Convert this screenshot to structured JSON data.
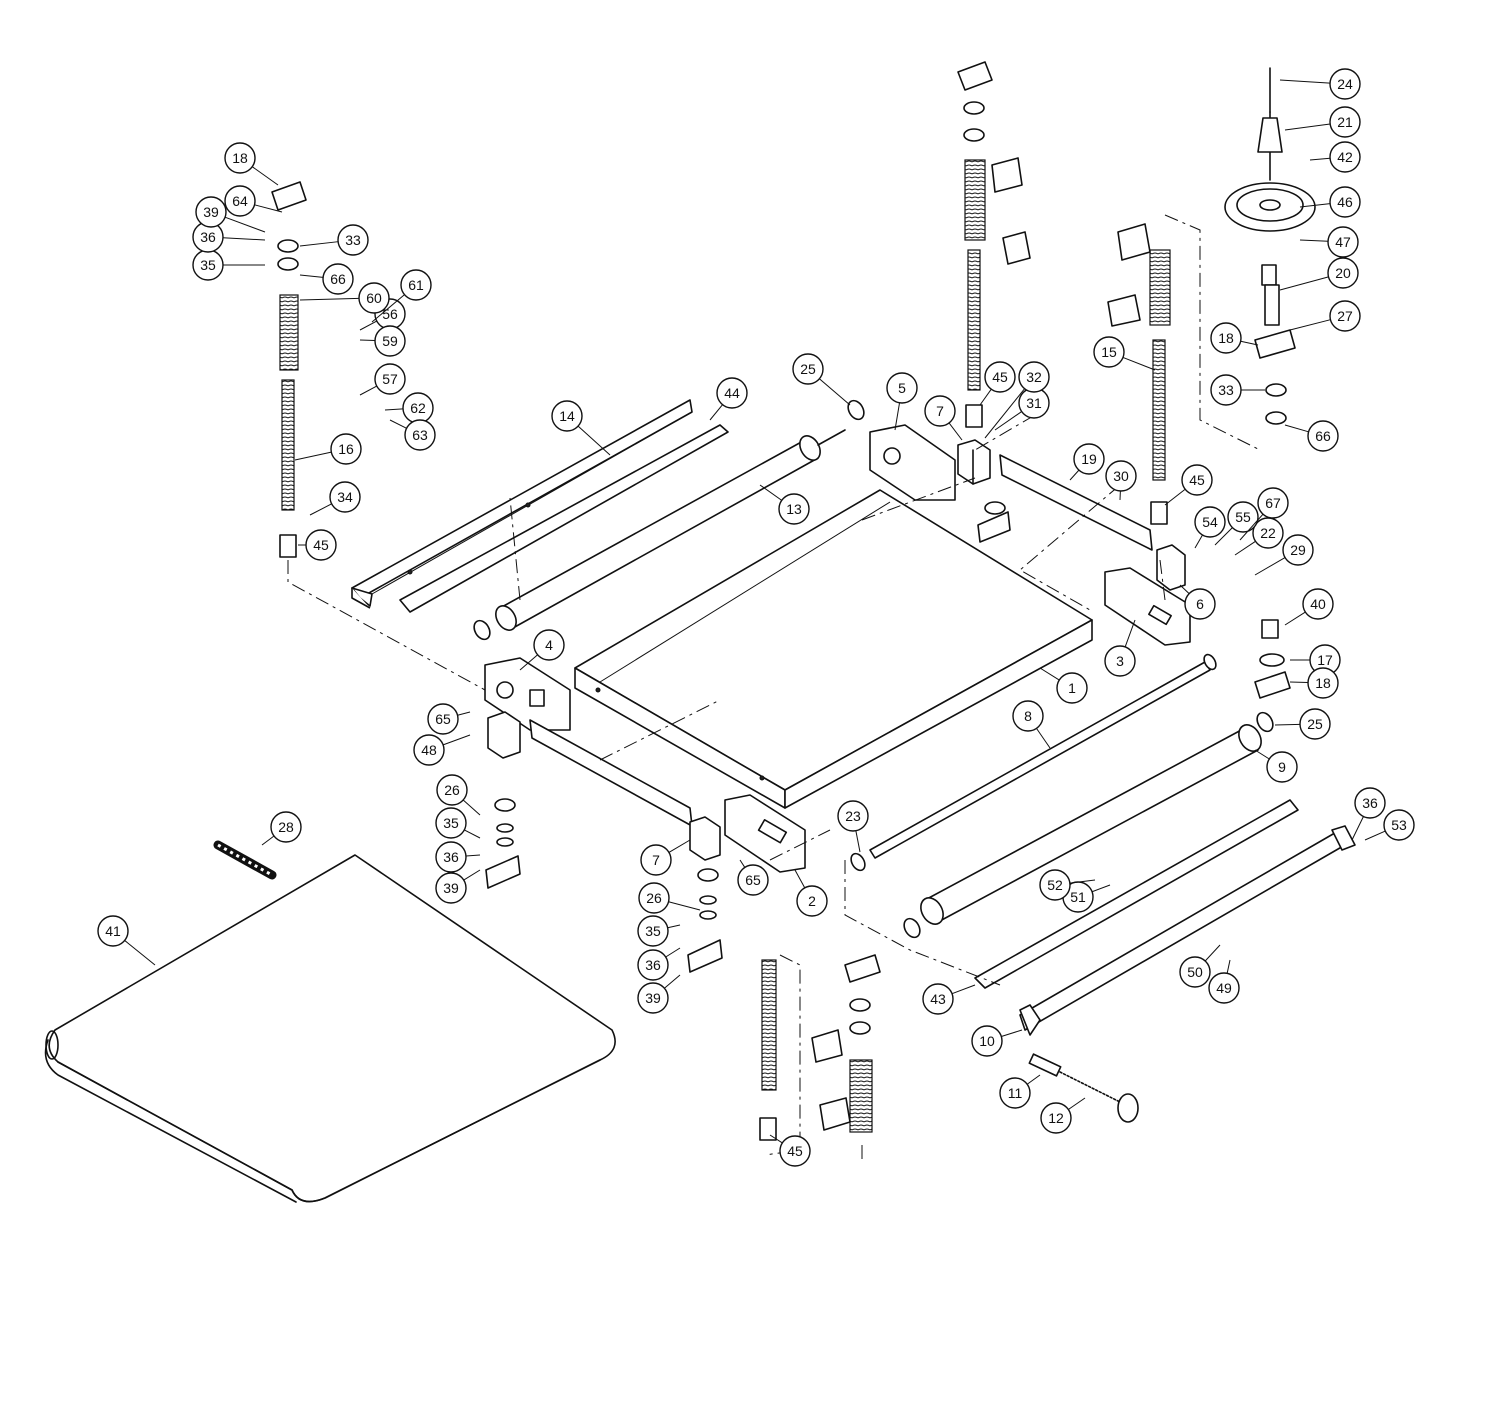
{
  "callouts": [
    {
      "label": "1"
    },
    {
      "label": "2"
    },
    {
      "label": "3"
    },
    {
      "label": "4"
    },
    {
      "label": "5"
    },
    {
      "label": "6"
    },
    {
      "label": "7"
    },
    {
      "label": "7"
    },
    {
      "label": "8"
    },
    {
      "label": "9"
    },
    {
      "label": "10"
    },
    {
      "label": "11"
    },
    {
      "label": "12"
    },
    {
      "label": "13"
    },
    {
      "label": "14"
    },
    {
      "label": "15"
    },
    {
      "label": "16"
    },
    {
      "label": "17"
    },
    {
      "label": "18"
    },
    {
      "label": "18"
    },
    {
      "label": "18"
    },
    {
      "label": "19"
    },
    {
      "label": "20"
    },
    {
      "label": "21"
    },
    {
      "label": "22"
    },
    {
      "label": "23"
    },
    {
      "label": "24"
    },
    {
      "label": "25"
    },
    {
      "label": "25"
    },
    {
      "label": "26"
    },
    {
      "label": "26"
    },
    {
      "label": "27"
    },
    {
      "label": "28"
    },
    {
      "label": "29"
    },
    {
      "label": "30"
    },
    {
      "label": "31"
    },
    {
      "label": "32"
    },
    {
      "label": "33"
    },
    {
      "label": "33"
    },
    {
      "label": "34"
    },
    {
      "label": "35"
    },
    {
      "label": "35"
    },
    {
      "label": "35"
    },
    {
      "label": "36"
    },
    {
      "label": "36"
    },
    {
      "label": "36"
    },
    {
      "label": "36"
    },
    {
      "label": "39"
    },
    {
      "label": "39"
    },
    {
      "label": "39"
    },
    {
      "label": "40"
    },
    {
      "label": "41"
    },
    {
      "label": "42"
    },
    {
      "label": "43"
    },
    {
      "label": "44"
    },
    {
      "label": "45"
    },
    {
      "label": "45"
    },
    {
      "label": "45"
    },
    {
      "label": "45"
    },
    {
      "label": "46"
    },
    {
      "label": "47"
    },
    {
      "label": "48"
    },
    {
      "label": "49"
    },
    {
      "label": "50"
    },
    {
      "label": "51"
    },
    {
      "label": "52"
    },
    {
      "label": "53"
    },
    {
      "label": "54"
    },
    {
      "label": "55"
    },
    {
      "label": "56"
    },
    {
      "label": "57"
    },
    {
      "label": "59"
    },
    {
      "label": "60"
    },
    {
      "label": "61"
    },
    {
      "label": "62"
    },
    {
      "label": "63"
    },
    {
      "label": "64"
    },
    {
      "label": "65"
    },
    {
      "label": "65"
    },
    {
      "label": "66"
    },
    {
      "label": "66"
    },
    {
      "label": "67"
    }
  ]
}
